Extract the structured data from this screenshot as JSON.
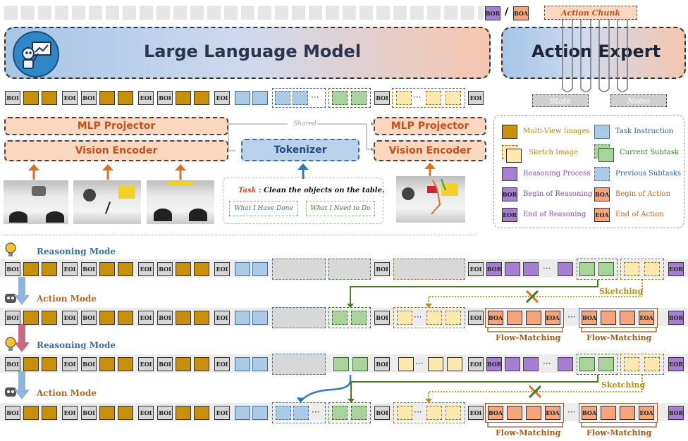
{
  "top_legend": {
    "bor": "BOR",
    "slash": "/",
    "boa": "BOA",
    "action_chunk": "Action Chunk"
  },
  "banners": {
    "llm_title": "Large Language Model",
    "action_expert_title": "Action Expert",
    "state": "State",
    "noise": "Noise"
  },
  "encoder": {
    "mlp_projector": "MLP Projector",
    "vision_encoder": "Vision Encoder",
    "tokenizer": "Tokenizer",
    "shared": "Shared"
  },
  "task": {
    "label": "Task :",
    "text": "Clean the objects on the table.",
    "done": "What I Have Done",
    "todo": "What I Need to Do"
  },
  "tokens": {
    "boi": "BOI",
    "eoi": "EOI",
    "bor": "BOR",
    "eor": "EOR",
    "boa": "BOA",
    "eoa": "EOA",
    "ellipsis": "···"
  },
  "legend": {
    "multi_view_images": "Multi-View Images",
    "task_instruction": "Task Instruction",
    "sketch_image": "Sketch Image",
    "current_subtask": "Current Subtask",
    "reasoning_process": "Reasoning Process",
    "previous_subtasks": "Previous Subtasks",
    "begin_of_reasoning": "Begin of Reasoning",
    "begin_of_action": "Begin of Action",
    "end_of_reasoning": "End of Reasoning",
    "end_of_action": "End of Action"
  },
  "modes": {
    "reasoning": "Reasoning Mode",
    "action": "Action Mode",
    "sketching": "Sketching",
    "flow_matching": "Flow-Matching"
  },
  "colors": {
    "image": "#c8900a",
    "instruction": "#a9cbe8",
    "subtask": "#a8d39a",
    "sketch": "#fde9b0",
    "reasoning": "#a57fd2",
    "action": "#f4a57c",
    "reasoning_label": "#3a6fa8",
    "action_label": "#b8661a"
  }
}
